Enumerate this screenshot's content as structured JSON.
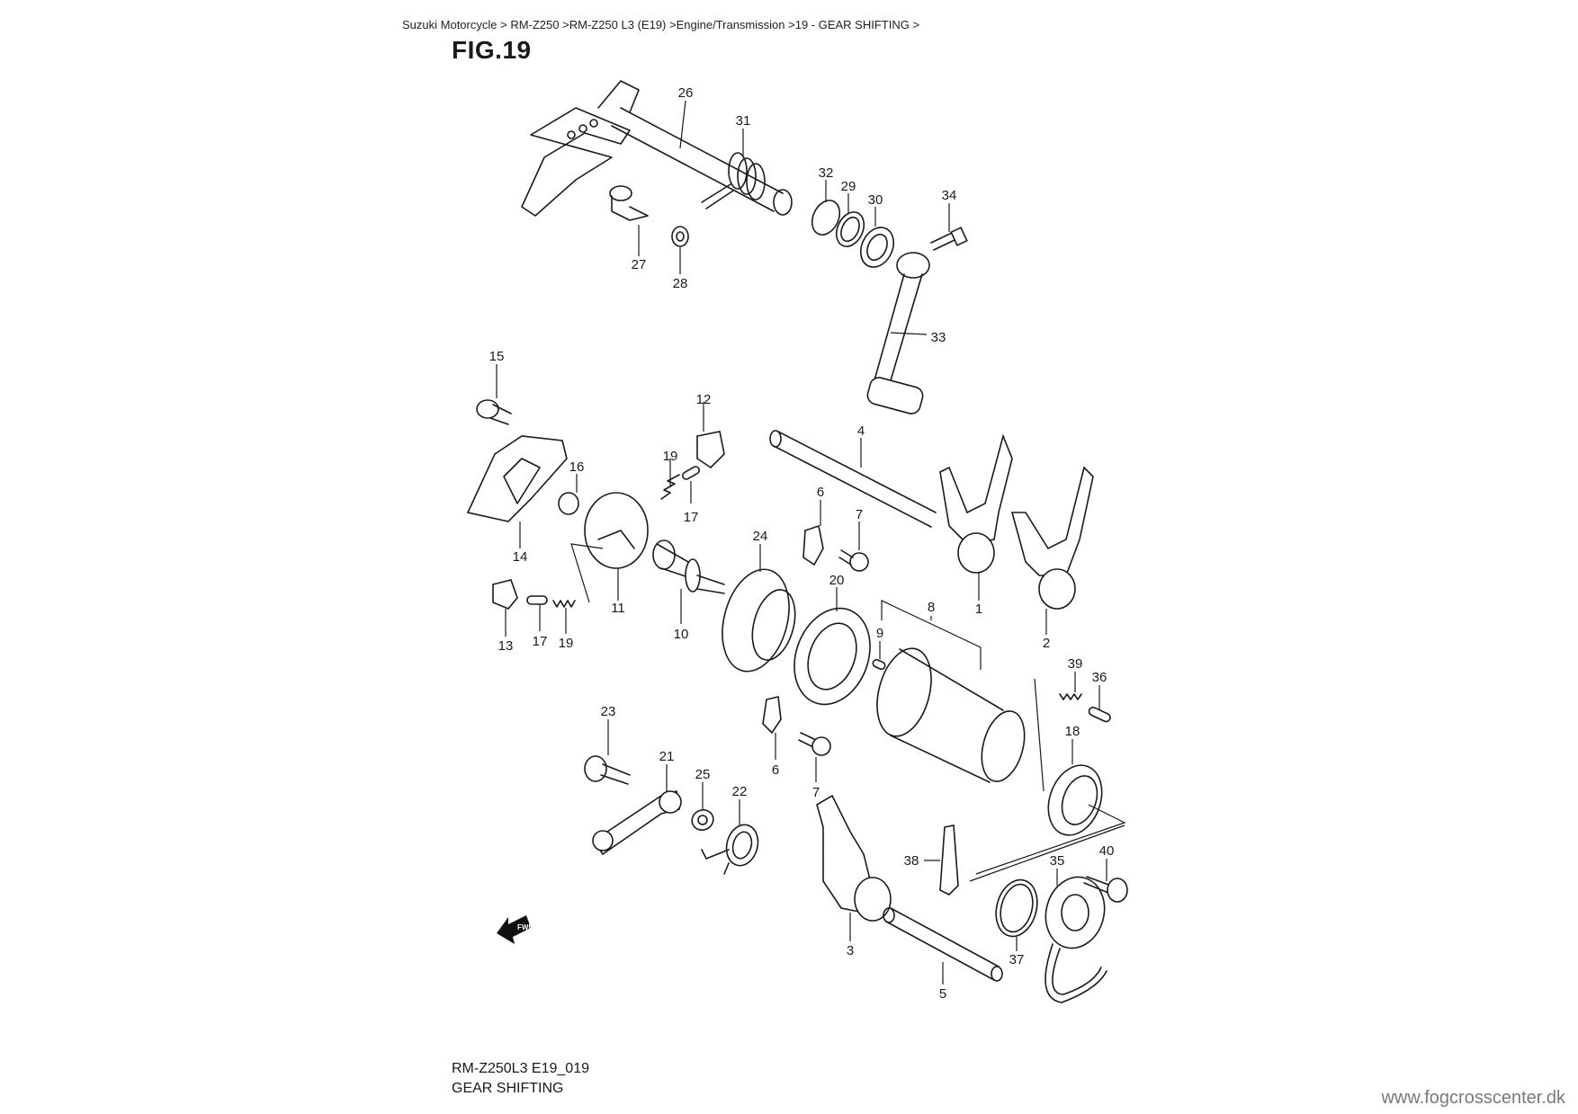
{
  "breadcrumb": {
    "items": [
      "Suzuki Motorcycle",
      "RM-Z250",
      "RM-Z250 L3 (E19)",
      "Engine/Transmission",
      "19 - GEAR SHIFTING"
    ],
    "separator": " > "
  },
  "figure": {
    "title": "FIG.19",
    "code": "RM-Z250L3 E19_019",
    "name": "GEAR SHIFTING",
    "direction_badge": "FWD"
  },
  "watermark": "www.fogcrosscenter.dk",
  "callouts": {
    "c26": "26",
    "c31": "31",
    "c32": "32",
    "c29": "29",
    "c30": "30",
    "c34": "34",
    "c27": "27",
    "c28": "28",
    "c33": "33",
    "c15": "15",
    "c12": "12",
    "c19a": "19",
    "c16": "16",
    "c17a": "17",
    "c14": "14",
    "c11": "11",
    "c13": "13",
    "c17b": "17",
    "c19b": "19",
    "c10": "10",
    "c24": "24",
    "c4": "4",
    "c6a": "6",
    "c7a": "7",
    "c20": "20",
    "c8": "8",
    "c9": "9",
    "c1": "1",
    "c2": "2",
    "c39": "39",
    "c36": "36",
    "c18": "18",
    "c23": "23",
    "c21": "21",
    "c25": "25",
    "c22": "22",
    "c6b": "6",
    "c7b": "7",
    "c38": "38",
    "c35": "35",
    "c40": "40",
    "c3": "3",
    "c37": "37",
    "c5": "5"
  }
}
